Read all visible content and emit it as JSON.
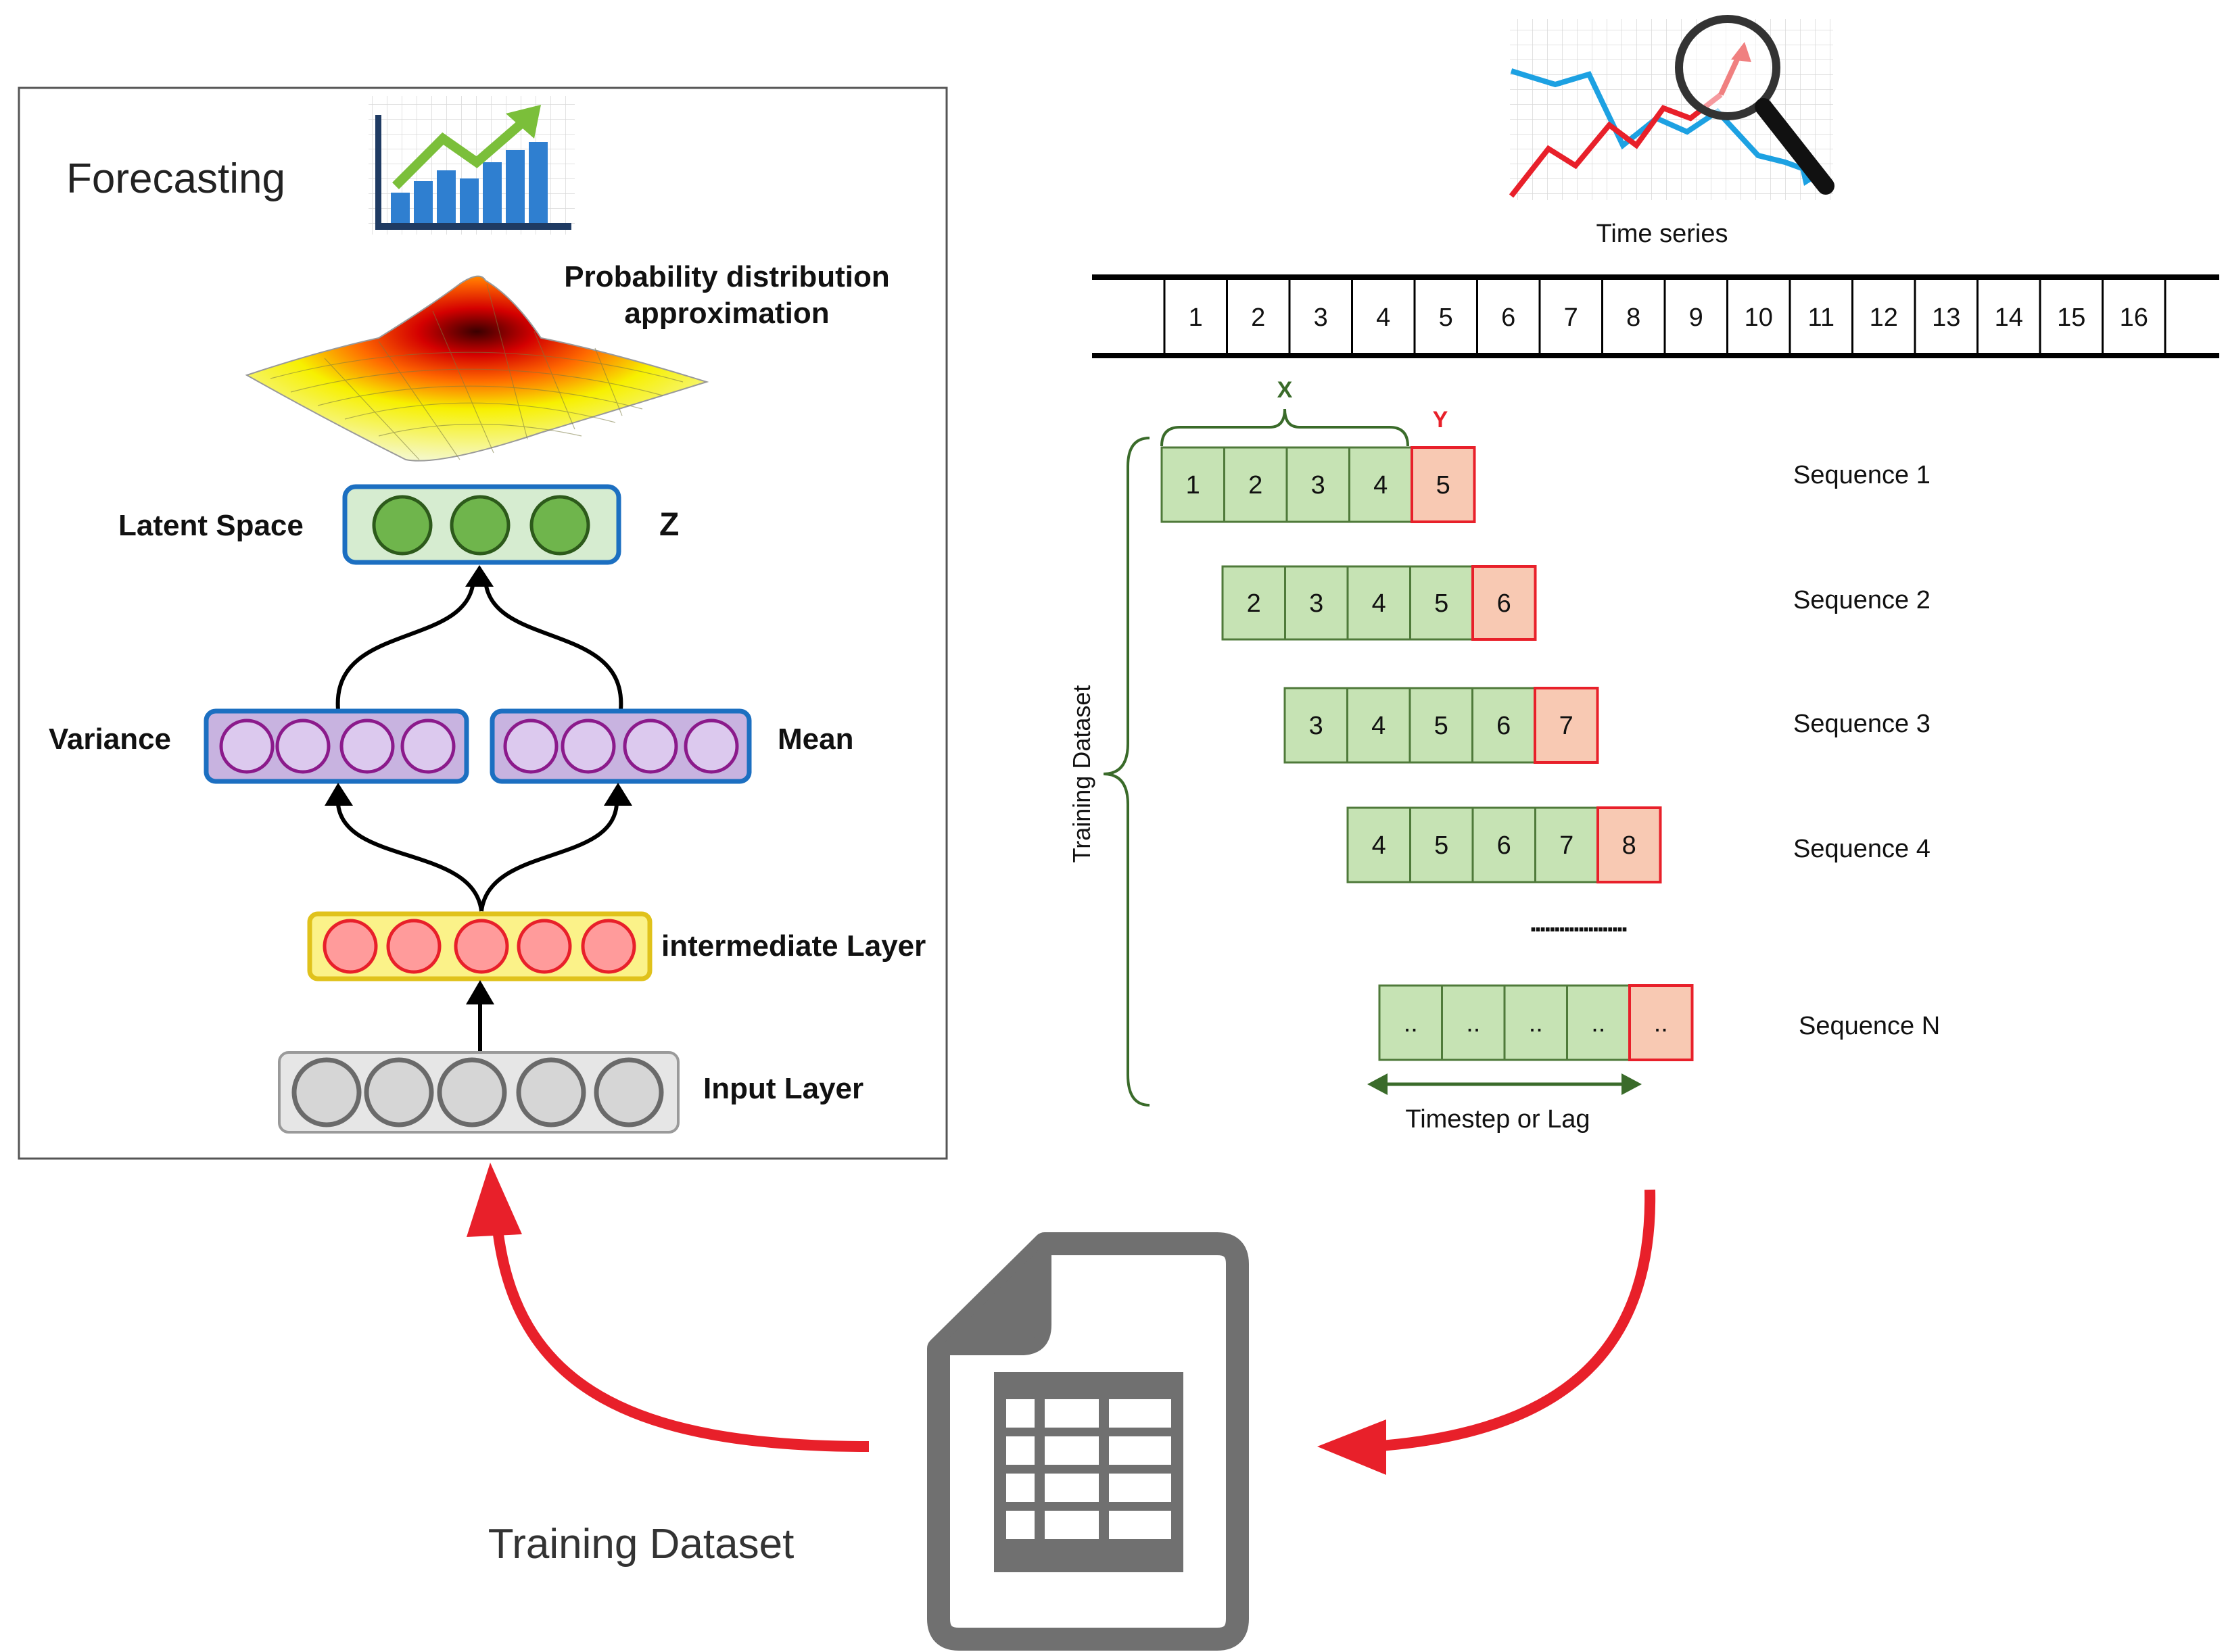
{
  "vae": {
    "title": "Forecasting",
    "prob_label_line1": "Probability distribution",
    "prob_label_line2": "approximation",
    "latent_label": "Latent Space",
    "z_label": "Z",
    "variance_label": "Variance",
    "mean_label": "Mean",
    "intermediate_label": "intermediate Layer",
    "input_label": "Input Layer"
  },
  "timeseries": {
    "icon_caption": "Time series",
    "cells": [
      "1",
      "2",
      "3",
      "4",
      "5",
      "6",
      "7",
      "8",
      "9",
      "10",
      "11",
      "12",
      "13",
      "14",
      "15",
      "16"
    ]
  },
  "sequences": {
    "x_label": "X",
    "y_label": "Y",
    "training_label": "Training Dataset",
    "ellipsis": "....................",
    "timestep_label": "Timestep or Lag",
    "rows": [
      {
        "name": "Sequence 1",
        "x": [
          "1",
          "2",
          "3",
          "4"
        ],
        "y": "5"
      },
      {
        "name": "Sequence 2",
        "x": [
          "2",
          "3",
          "4",
          "5"
        ],
        "y": "6"
      },
      {
        "name": "Sequence 3",
        "x": [
          "3",
          "4",
          "5",
          "6"
        ],
        "y": "7"
      },
      {
        "name": "Sequence 4",
        "x": [
          "4",
          "5",
          "6",
          "7"
        ],
        "y": "8"
      },
      {
        "name": "Sequence N",
        "x": [
          "..",
          "..",
          "..",
          ".."
        ],
        "y": ".."
      }
    ]
  },
  "bottom": {
    "dataset_label": "Training Dataset"
  },
  "colors": {
    "arrow_red": "#e8202a",
    "cell_green": "#c6e3b4",
    "cell_green_border": "#4f7a3a",
    "cell_red": "#f8c9b3",
    "cell_red_border": "#e8202a",
    "latent_circle": "#6fb54c",
    "latent_box": "#d6ecd0",
    "box_blue": "#1c6fc1",
    "variance_fill": "#c8b3e0",
    "variance_circle": "#8b1a8b",
    "intermediate_box": "#fbf289",
    "intermediate_border": "#e0c21b",
    "intermediate_circle": "#ff9b9b",
    "input_box": "#e6e6e6",
    "input_circle": "#d6d6d6"
  }
}
